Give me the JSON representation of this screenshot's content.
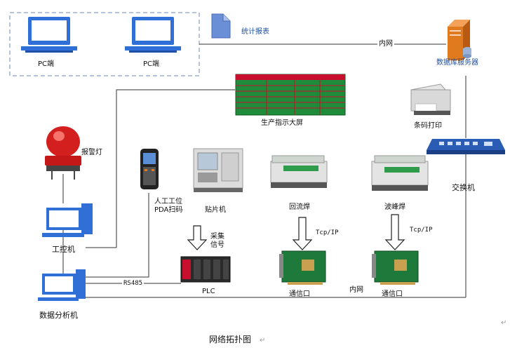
{
  "diagram": {
    "caption": "网络拓扑图",
    "nodes": {
      "pc1": "PC端",
      "pc2": "PC端",
      "report": "统计报表",
      "db_server": "数据库服务器",
      "big_screen": "生产指示大屏",
      "printer": "条码打印",
      "alarm": "报警灯",
      "pda": "人工工位",
      "pda_sub": "PDA扫码",
      "mounter": "贴片机",
      "reflow": "回流焊",
      "wave": "波峰焊",
      "switch": "交换机",
      "ipc": "工控机",
      "acquire": "采集",
      "acquire_sub": "信号",
      "plc": "PLC",
      "comm1": "通信口",
      "comm2": "通信口",
      "analyzer": "数据分析机",
      "tcp1": "Tcp/IP",
      "tcp2": "Tcp/IP",
      "intranet_top": "内网",
      "intranet_bottom": "内网",
      "rs485": "RS485"
    }
  },
  "colors": {
    "monitor": "#2f6fd6",
    "server": "#e07a1e",
    "screen_header": "#c8102e",
    "screen_body": "#1e8c3a",
    "alarm": "#d41f1f",
    "switch": "#2a5bb5",
    "report": "#6b8fd6",
    "line": "#333333",
    "dashed": "#6b8bb8"
  }
}
